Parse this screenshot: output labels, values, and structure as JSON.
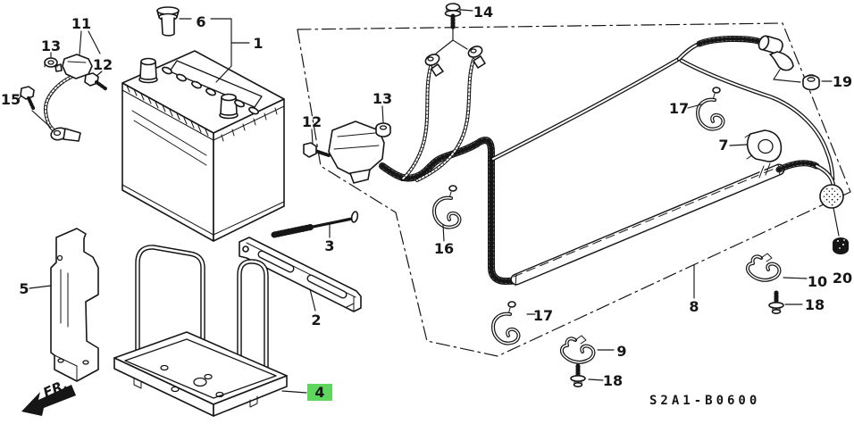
{
  "diagram": {
    "code": "S2A1-B0600",
    "fr_label": "FR.",
    "highlight_color": "#5fd75f",
    "highlight_text_color": "#0b4d0b",
    "line_color": "#161616",
    "background_color": "#ffffff"
  },
  "callouts": [
    {
      "text": "11",
      "highlighted": false
    },
    {
      "text": "13",
      "highlighted": false
    },
    {
      "text": "12",
      "highlighted": false
    },
    {
      "text": "15",
      "highlighted": false
    },
    {
      "text": "6",
      "highlighted": false
    },
    {
      "text": "1",
      "highlighted": false
    },
    {
      "text": "14",
      "highlighted": false
    },
    {
      "text": "13",
      "highlighted": false
    },
    {
      "text": "12",
      "highlighted": false
    },
    {
      "text": "17",
      "highlighted": false
    },
    {
      "text": "19",
      "highlighted": false
    },
    {
      "text": "7",
      "highlighted": false
    },
    {
      "text": "16",
      "highlighted": false
    },
    {
      "text": "3",
      "highlighted": false
    },
    {
      "text": "2",
      "highlighted": false
    },
    {
      "text": "5",
      "highlighted": false
    },
    {
      "text": "17",
      "highlighted": false
    },
    {
      "text": "8",
      "highlighted": false
    },
    {
      "text": "9",
      "highlighted": false
    },
    {
      "text": "18",
      "highlighted": false
    },
    {
      "text": "10",
      "highlighted": false
    },
    {
      "text": "20",
      "highlighted": false
    },
    {
      "text": "18",
      "highlighted": false
    },
    {
      "text": "4",
      "highlighted": true
    }
  ]
}
